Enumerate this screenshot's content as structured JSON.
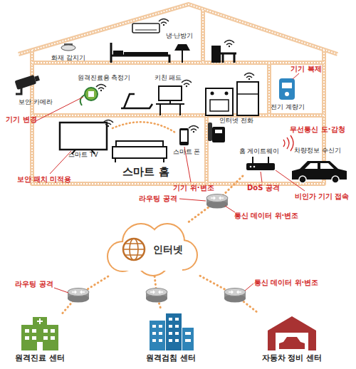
{
  "diagram": {
    "nodes": [
      {
        "text": [
          "스마트 홈"
        ]
      },
      {
        "text": [
          "홈 게이트웨이"
        ],
        "in": 0
      },
      {
        "text": [
          "인터넷"
        ]
      },
      {
        "text": [
          "원격진료 센터"
        ]
      },
      {
        "text": [
          "원격검침 센터"
        ]
      },
      {
        "text": [
          "자동차 정비 센터"
        ]
      }
    ],
    "edges": [
      {
        "from": 1,
        "to": 2,
        "arrow": "none"
      },
      {
        "from": 2,
        "to": 3,
        "arrow": "none"
      },
      {
        "from": 2,
        "to": 4,
        "arrow": "none"
      },
      {
        "from": 2,
        "to": 5,
        "arrow": "none"
      }
    ],
    "labels": [
      "화재 감지기",
      "냉·난방기",
      "보안 카메라",
      "원격진료용 측정기",
      "키친 패드",
      "기기 복제",
      "전기 계량기",
      "기기 변경",
      "무선통신 도·감청",
      "인터넷 전화",
      "차량정보 수신기",
      "스마트 TV",
      "스마트 폰",
      "보안 패치 미적용",
      "기기 위·변조",
      "DoS 공격",
      "비인가 기기 접속",
      "라우팅 공격",
      "통신 데이터 위·변조",
      "라우팅 공격",
      "통신 데이터 위·변조"
    ]
  }
}
